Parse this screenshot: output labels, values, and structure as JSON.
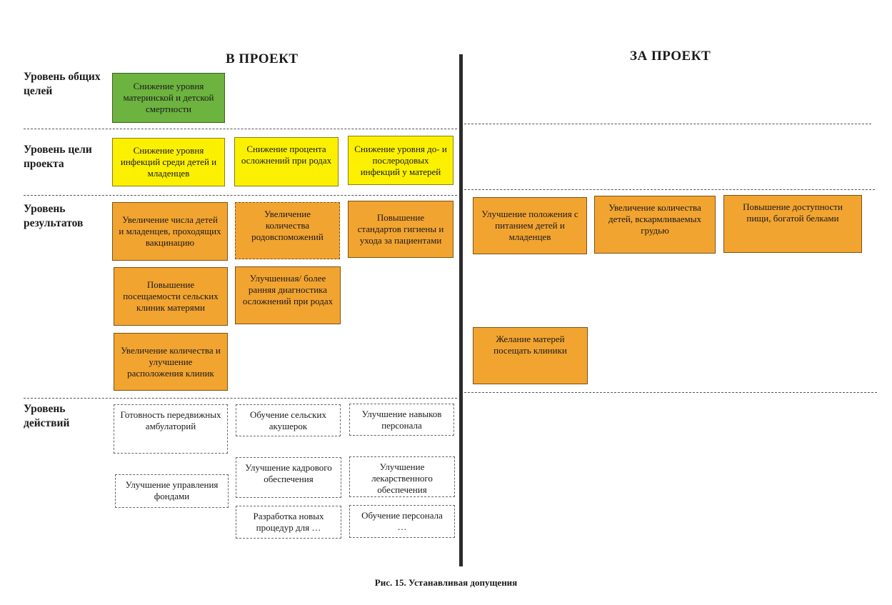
{
  "headers": {
    "left": "В ПРОЕКТ",
    "right": "ЗА ПРОЕКТ"
  },
  "levels": {
    "goals": "Уровень общих целей",
    "project_goal": "Уровень цели проекта",
    "results": "Уровень результатов",
    "actions": "Уровень действий"
  },
  "boxes": {
    "g1": "Снижение уровня материнской и детской смертности",
    "p1": "Снижение уровня инфекций среди детей и младенцев",
    "p2": "Снижение процента осложнений при родах",
    "p3": "Снижение уровня до- и послеродовых инфекций у матерей",
    "r1": "Увеличение числа детей и младенцев, проходящих вакцинацию",
    "r2": "Увеличение количества родовспоможений",
    "r3": "Повышение стандартов гигиены и ухода за пациентами",
    "r4": "Повышение посещаемости сельских клиник матерями",
    "r5": "Улучшенная/ более ранняя диагностика осложнений при родах",
    "r6": "Увеличение количества и улучшение расположения клиник",
    "o1": "Улучшение положения с питанием детей и младенцев",
    "o2": "Увеличение количества детей, вскармливаемых грудью",
    "o3": "Повышение доступности пищи, богатой белками",
    "o4": "Желание матерей посещать клиники",
    "a1": "Готовность передвижных амбулаторий",
    "a2": "Обучение сельских акушерок",
    "a3": "Улучшение навыков персонала",
    "a4": "Улучшение управления фондами",
    "a5": "Улучшение кадрового обеспечения",
    "a6": "Улучшение лекарственного обеспечения",
    "a7": "Разработка новых процедур для …",
    "a8": "Обучение персонала …"
  },
  "caption": "Рис. 15. Устанавливая допущения"
}
